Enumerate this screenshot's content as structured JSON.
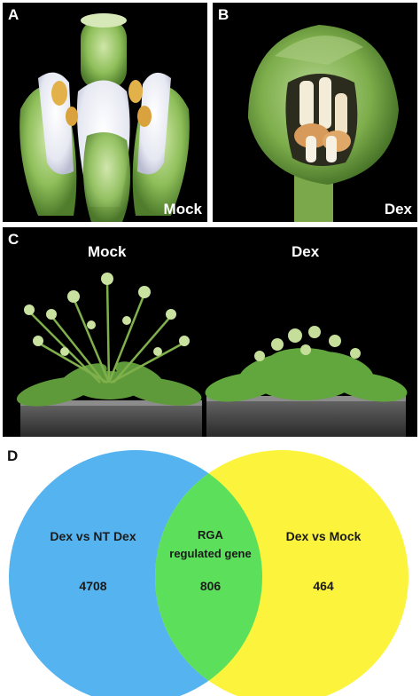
{
  "panels": {
    "a": {
      "letter": "A",
      "condition": "Mock"
    },
    "b": {
      "letter": "B",
      "condition": "Dex"
    },
    "c": {
      "letter": "C",
      "left_condition": "Mock",
      "right_condition": "Dex"
    },
    "d": {
      "letter": "D"
    }
  },
  "venn": {
    "left_set": {
      "label": "Dex vs NT Dex",
      "count": "4708",
      "color": "#55b4f0"
    },
    "right_set": {
      "label": "Dex vs Mock",
      "count": "464",
      "color": "#fcf43c"
    },
    "intersection": {
      "label_line1": "RGA",
      "label_line2": "regulated gene",
      "count": "806",
      "color": "#5ce05c"
    }
  }
}
